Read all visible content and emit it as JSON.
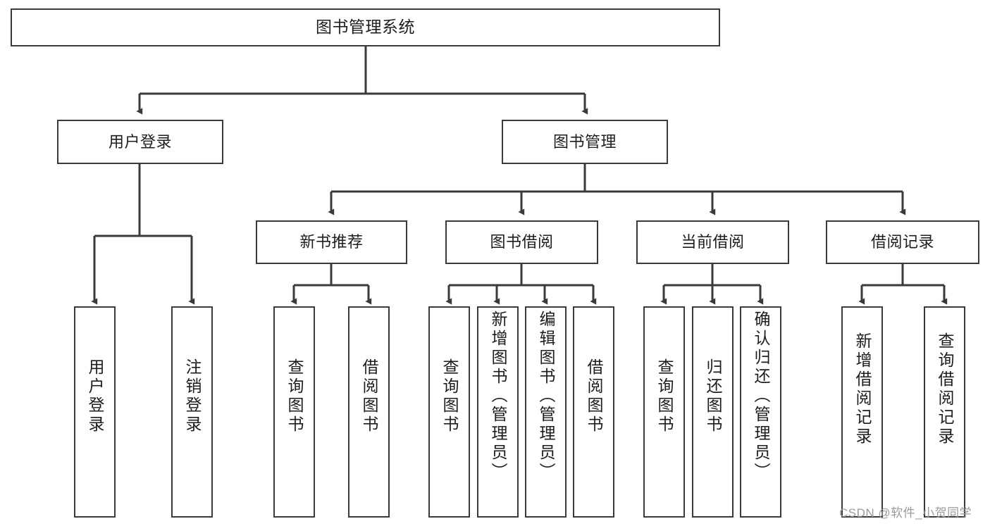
{
  "diagram": {
    "type": "hierarchy-tree",
    "title": "图书管理系统",
    "orientation": "top-down",
    "colors": {
      "box_border": "#3a3a3a",
      "box_fill": "#ffffff",
      "edge": "#3a3a3a",
      "text": "#1d1d1d",
      "watermark": "#9b9b9b"
    }
  },
  "nodes": {
    "root": {
      "label": "图书管理系统"
    },
    "level2": [
      {
        "id": "user-login",
        "label": "用户登录"
      },
      {
        "id": "book-manage",
        "label": "图书管理"
      }
    ],
    "level3": [
      {
        "id": "new-book-recommend",
        "label": "新书推荐"
      },
      {
        "id": "book-borrow",
        "label": "图书借阅"
      },
      {
        "id": "current-borrow",
        "label": "当前借阅"
      },
      {
        "id": "borrow-record",
        "label": "借阅记录"
      }
    ],
    "leaves": {
      "user_login": [
        {
          "id": "leaf-user-login",
          "label": "用户登录"
        },
        {
          "id": "leaf-user-logout",
          "label": "注销登录"
        }
      ],
      "new_book_recommend": [
        {
          "id": "leaf-query-book-1",
          "label": "查询图书"
        },
        {
          "id": "leaf-borrow-book-1",
          "label": "借阅图书"
        }
      ],
      "book_borrow": [
        {
          "id": "leaf-query-book-2",
          "label": "查询图书"
        },
        {
          "id": "leaf-add-book",
          "label": "新增图书（管理员）"
        },
        {
          "id": "leaf-edit-book",
          "label": "编辑图书（管理员）"
        },
        {
          "id": "leaf-borrow-book-2",
          "label": "借阅图书"
        }
      ],
      "current_borrow": [
        {
          "id": "leaf-query-book-3",
          "label": "查询图书"
        },
        {
          "id": "leaf-return-book",
          "label": "归还图书"
        },
        {
          "id": "leaf-confirm-return",
          "label": "确认归还（管理员）"
        }
      ],
      "borrow_record": [
        {
          "id": "leaf-add-record",
          "label": "新增借阅记录"
        },
        {
          "id": "leaf-query-record",
          "label": "查询借阅记录"
        }
      ]
    }
  },
  "watermark": {
    "text": "CSDN @软件_小贺同学"
  }
}
